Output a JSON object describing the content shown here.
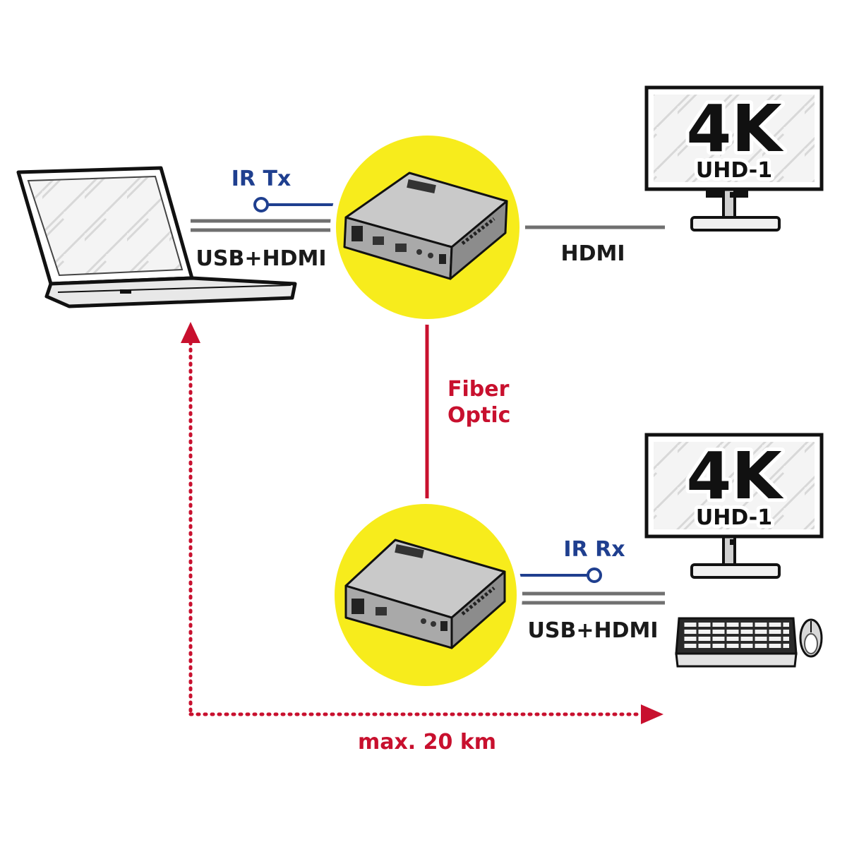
{
  "labels": {
    "ir_tx": "IR Tx",
    "usb_hdmi_tx": "USB+HDMI",
    "hdmi": "HDMI",
    "fiber_line1": "Fiber",
    "fiber_line2": "Optic",
    "ir_rx": "IR Rx",
    "usb_hdmi_rx": "USB+HDMI",
    "distance": "max. 20 km"
  },
  "monitors": [
    {
      "resolution": "4K",
      "standard": "UHD-1"
    },
    {
      "resolution": "4K",
      "standard": "UHD-1"
    }
  ],
  "colors": {
    "highlight": "#f7ec1c",
    "ir_line": "#1f3f8f",
    "fiber_line": "#c8102e",
    "cable_line": "#707070",
    "text": "#1a1a1a"
  },
  "icons": [
    "laptop-icon",
    "transmitter-unit-icon",
    "receiver-unit-icon",
    "monitor-icon",
    "keyboard-icon",
    "mouse-icon"
  ]
}
